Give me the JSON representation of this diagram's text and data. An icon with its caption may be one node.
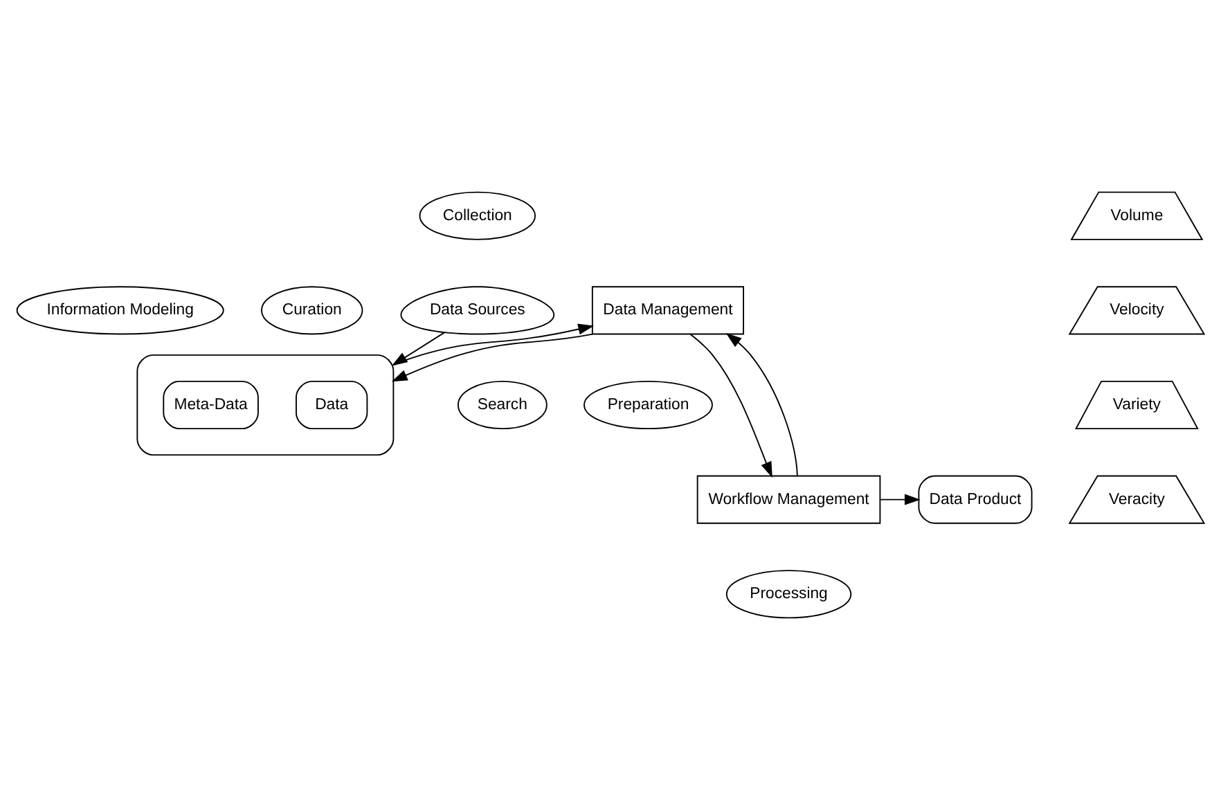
{
  "diagram": {
    "nodes": [
      {
        "text": [
          "Curation"
        ]
      },
      {
        "text": [
          "Information Modeling"
        ]
      },
      {
        "text": [],
        "shape": "cylinder"
      },
      {
        "text": [
          "Data"
        ],
        "in": 2
      },
      {
        "text": [
          "Meta-Data"
        ],
        "in": 2
      },
      {
        "text": [
          "Collection"
        ]
      },
      {
        "text": [
          "Volume"
        ]
      },
      {
        "text": [
          "Velocity"
        ]
      },
      {
        "text": [
          "Variety"
        ]
      },
      {
        "text": [
          "Veracity"
        ]
      },
      {
        "text": [
          "Data Management"
        ]
      },
      {
        "text": [
          "Data Sources"
        ]
      },
      {
        "text": [
          "Search"
        ]
      },
      {
        "text": [
          "Preparation"
        ]
      },
      {
        "text": [
          "Workflow Management"
        ]
      },
      {
        "text": [
          "Processing"
        ]
      },
      {
        "text": [
          "Data Product"
        ]
      }
    ],
    "edges": [
      {
        "from": 11,
        "to": 2,
        "arrow": "to"
      },
      {
        "from": 2,
        "to": 10,
        "arrow": "to"
      },
      {
        "from": 10,
        "to": 2,
        "arrow": "to"
      },
      {
        "from": 10,
        "to": 14,
        "arrow": "to"
      },
      {
        "from": 14,
        "to": 10,
        "arrow": "to"
      },
      {
        "from": 14,
        "to": 16,
        "arrow": "to"
      }
    ]
  }
}
